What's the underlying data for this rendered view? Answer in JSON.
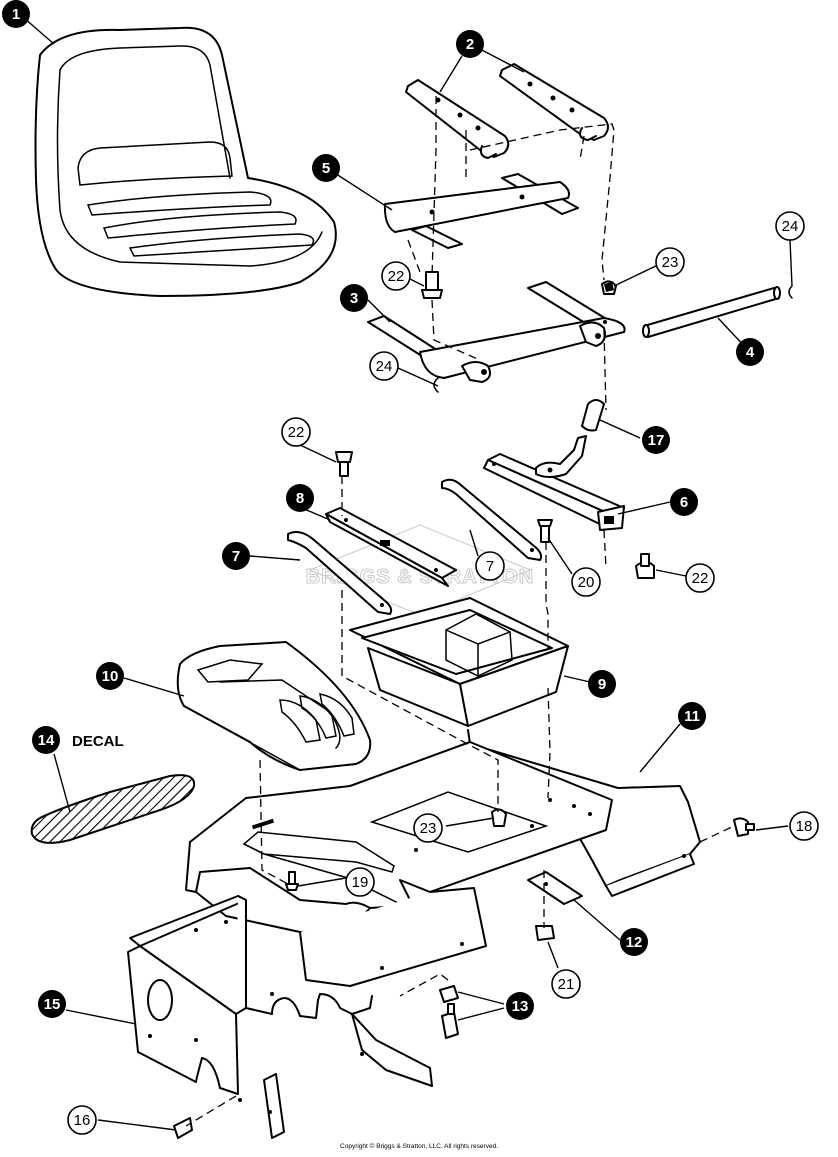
{
  "diagram": {
    "decal_label": "DECAL",
    "watermark": "BRIGGS & STRATTON",
    "copyright": "Copyright © Briggs & Stratton, LLC. All rights reserved."
  },
  "callouts": {
    "c1": "1",
    "c2": "2",
    "c3": "3",
    "c4": "4",
    "c5": "5",
    "c6": "6",
    "c7a": "7",
    "c7b": "7",
    "c8": "8",
    "c9": "9",
    "c10": "10",
    "c11": "11",
    "c12": "12",
    "c13": "13",
    "c14": "14",
    "c15": "15",
    "c16": "16",
    "c17": "17",
    "c18": "18",
    "c19": "19",
    "c20": "20",
    "c21": "21",
    "c22a": "22",
    "c22b": "22",
    "c22c": "22",
    "c23a": "23",
    "c23b": "23",
    "c24a": "24",
    "c24b": "24"
  }
}
